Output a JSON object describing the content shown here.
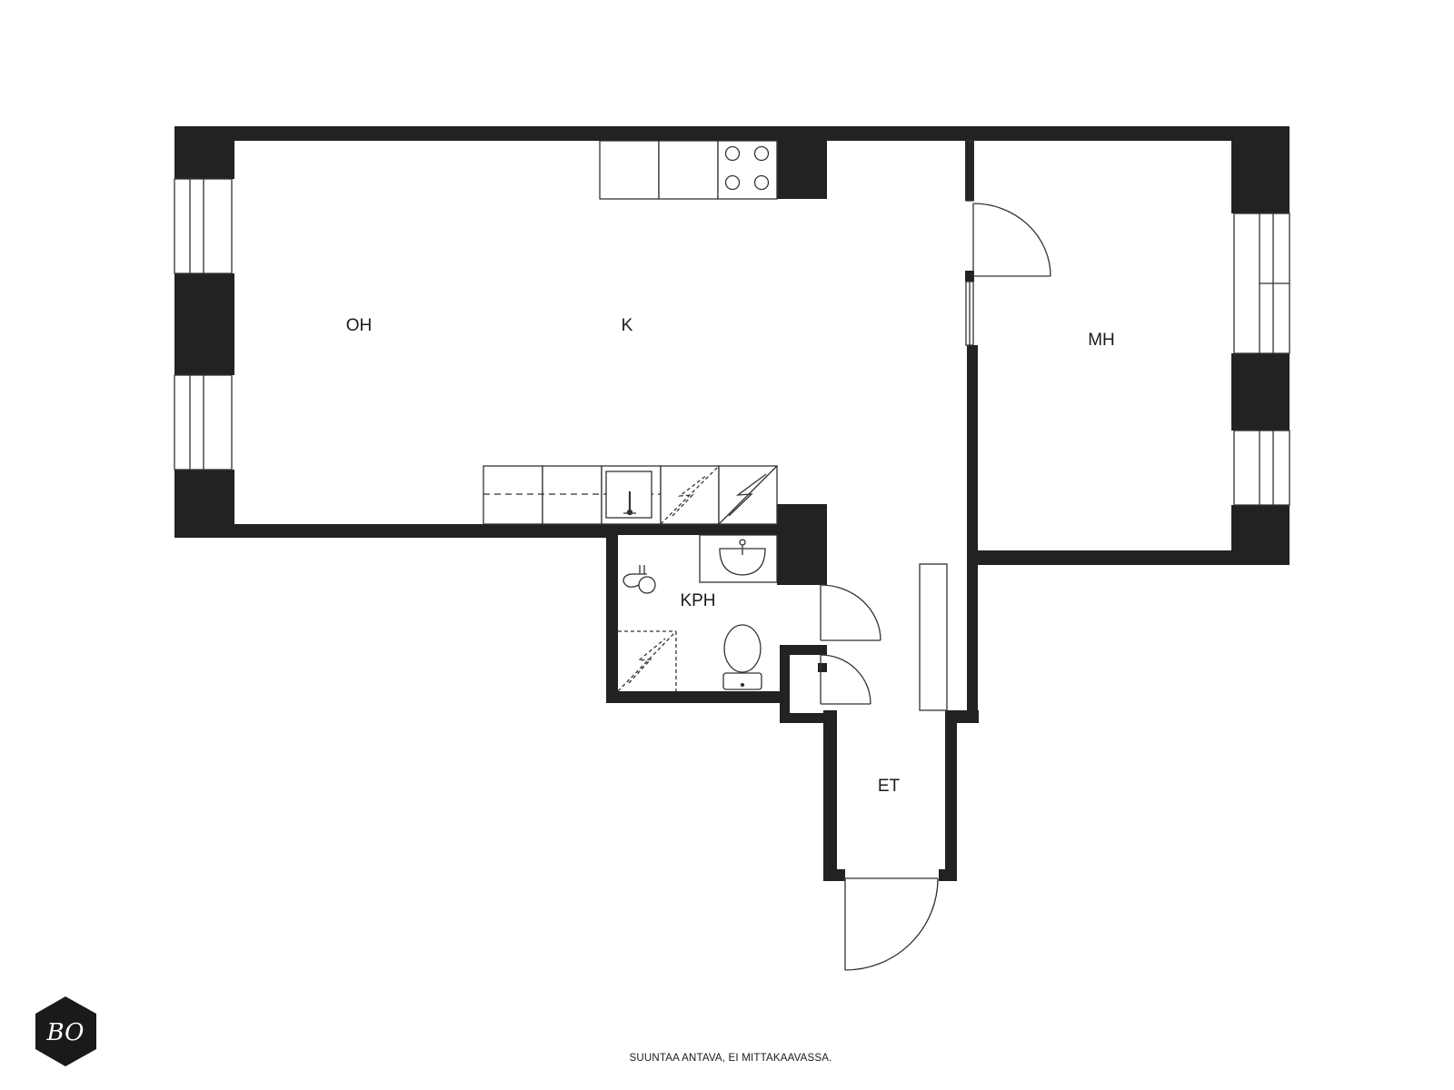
{
  "rooms": {
    "oh": "OH",
    "k": "K",
    "mh": "MH",
    "kph": "KPH",
    "et": "ET"
  },
  "footer": {
    "disclaimer": "SUUNTAA ANTAVA, EI MITTAKAAVASSA.",
    "logo_text": "BO"
  },
  "colors": {
    "wall": "#222222",
    "line": "#333333",
    "background": "#ffffff"
  }
}
